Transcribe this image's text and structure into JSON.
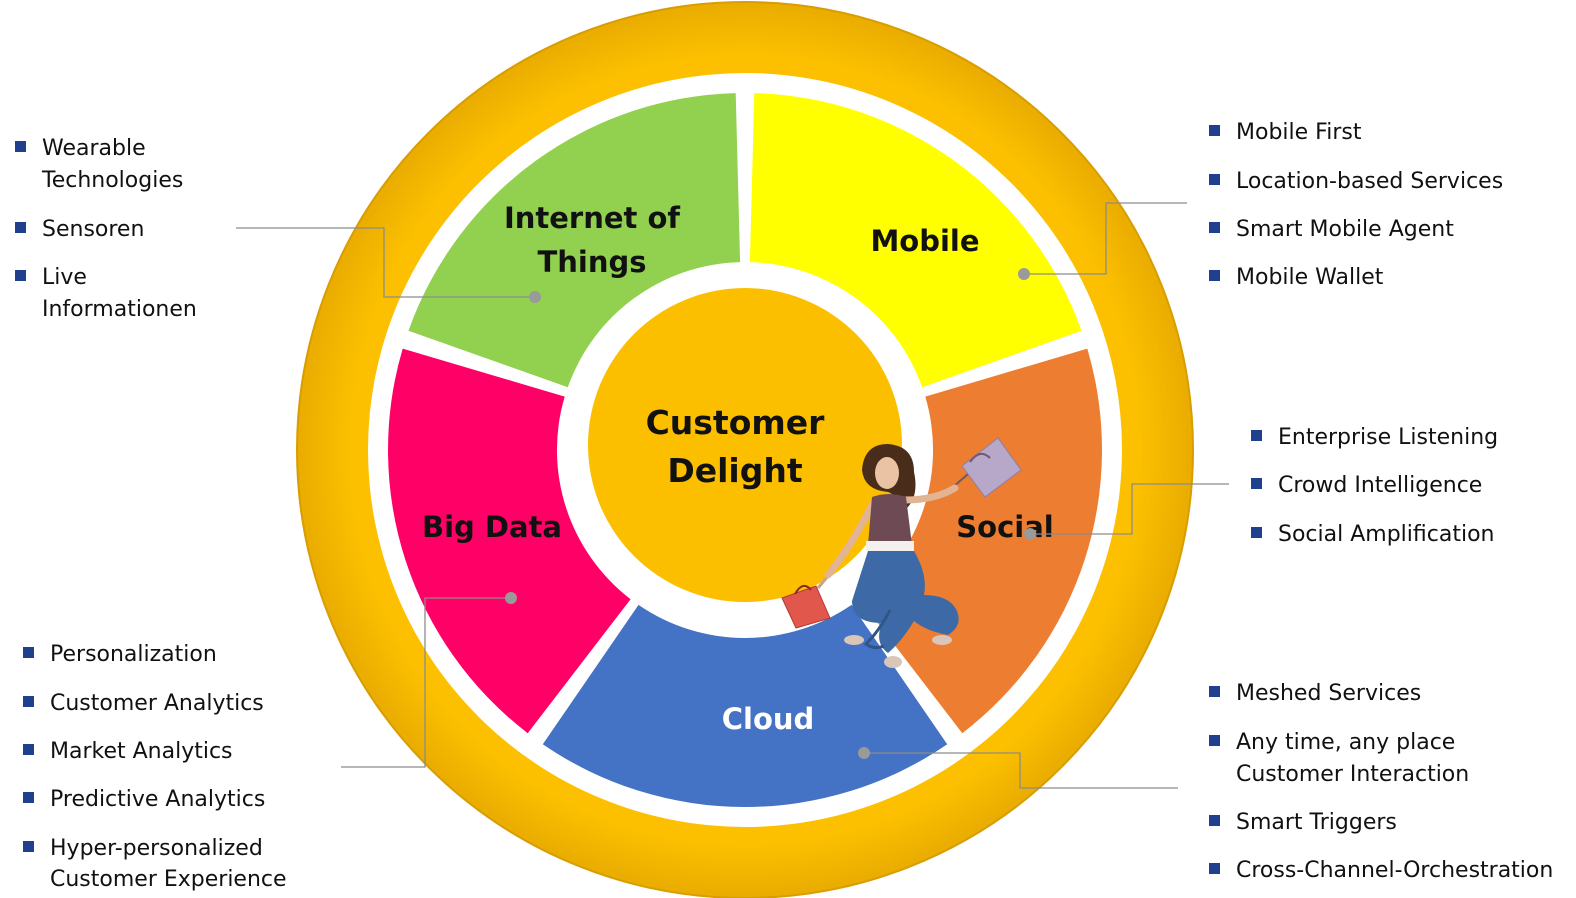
{
  "center": {
    "line1": "Customer",
    "line2": "Delight"
  },
  "colors": {
    "outer_ring": "#fcc000",
    "center": "#fcbf00",
    "internet_of_things": "#92d050",
    "mobile": "#ffff00",
    "social": "#ed7d31",
    "cloud": "#4472c4",
    "big_data": "#ff0066",
    "bullet": "#1f3f8f",
    "connector": "#8c8c8c"
  },
  "segments": {
    "iot": {
      "line1": "Internet of",
      "line2": "Things"
    },
    "mobile": {
      "label": "Mobile"
    },
    "social": {
      "label": "Social"
    },
    "cloud": {
      "label": "Cloud"
    },
    "big_data": {
      "label": "Big Data"
    }
  },
  "lists": {
    "iot": [
      "Wearable",
      "Technologies",
      "Sensoren",
      "Live",
      "Informationen"
    ],
    "mobile": [
      "Mobile First",
      "Location-based Services",
      "Smart Mobile Agent",
      "Mobile Wallet"
    ],
    "social": [
      "Enterprise Listening",
      "Crowd Intelligence",
      "Social Amplification"
    ],
    "big_data": [
      "Personalization",
      "Customer Analytics",
      "Market Analytics",
      "Predictive Analytics",
      "Hyper-personalized",
      "Customer Experience"
    ],
    "cloud": [
      "Meshed Services",
      "Any time, any place",
      "Customer Interaction",
      "Smart Triggers",
      "Cross-Channel-Orchestration"
    ]
  },
  "image": {
    "icon": "jumping-woman-with-shopping-bags"
  }
}
